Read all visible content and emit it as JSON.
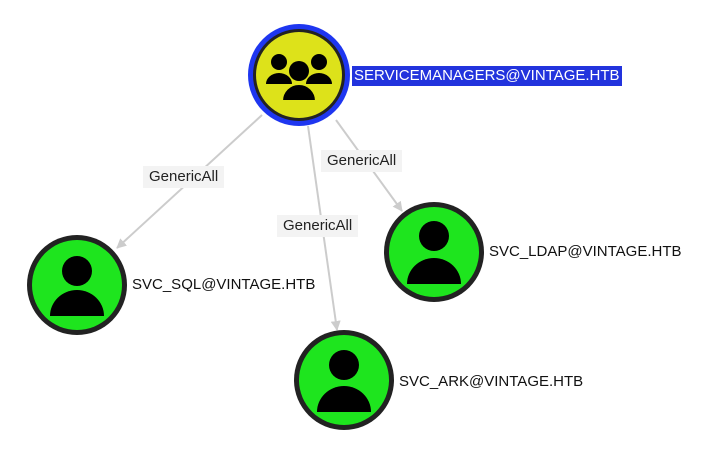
{
  "graph": {
    "nodes": {
      "group": {
        "label": "SERVICEMANAGERS@VINTAGE.HTB",
        "icon": "users-group-icon",
        "fill": "#dde21a",
        "ring": "#1e36f0"
      },
      "svc_sql": {
        "label": "SVC_SQL@VINTAGE.HTB",
        "icon": "user-icon",
        "fill": "#1ee51e",
        "ring": "#222222"
      },
      "svc_ldap": {
        "label": "SVC_LDAP@VINTAGE.HTB",
        "icon": "user-icon",
        "fill": "#1ee51e",
        "ring": "#222222"
      },
      "svc_ark": {
        "label": "SVC_ARK@VINTAGE.HTB",
        "icon": "user-icon",
        "fill": "#1ee51e",
        "ring": "#222222"
      }
    },
    "edges": [
      {
        "from": "SERVICEMANAGERS@VINTAGE.HTB",
        "to": "SVC_SQL@VINTAGE.HTB",
        "label": "GenericAll"
      },
      {
        "from": "SERVICEMANAGERS@VINTAGE.HTB",
        "to": "SVC_ARK@VINTAGE.HTB",
        "label": "GenericAll"
      },
      {
        "from": "SERVICEMANAGERS@VINTAGE.HTB",
        "to": "SVC_LDAP@VINTAGE.HTB",
        "label": "GenericAll"
      }
    ],
    "edge_color": "#cccccc",
    "selection_color": "#2233dd"
  }
}
